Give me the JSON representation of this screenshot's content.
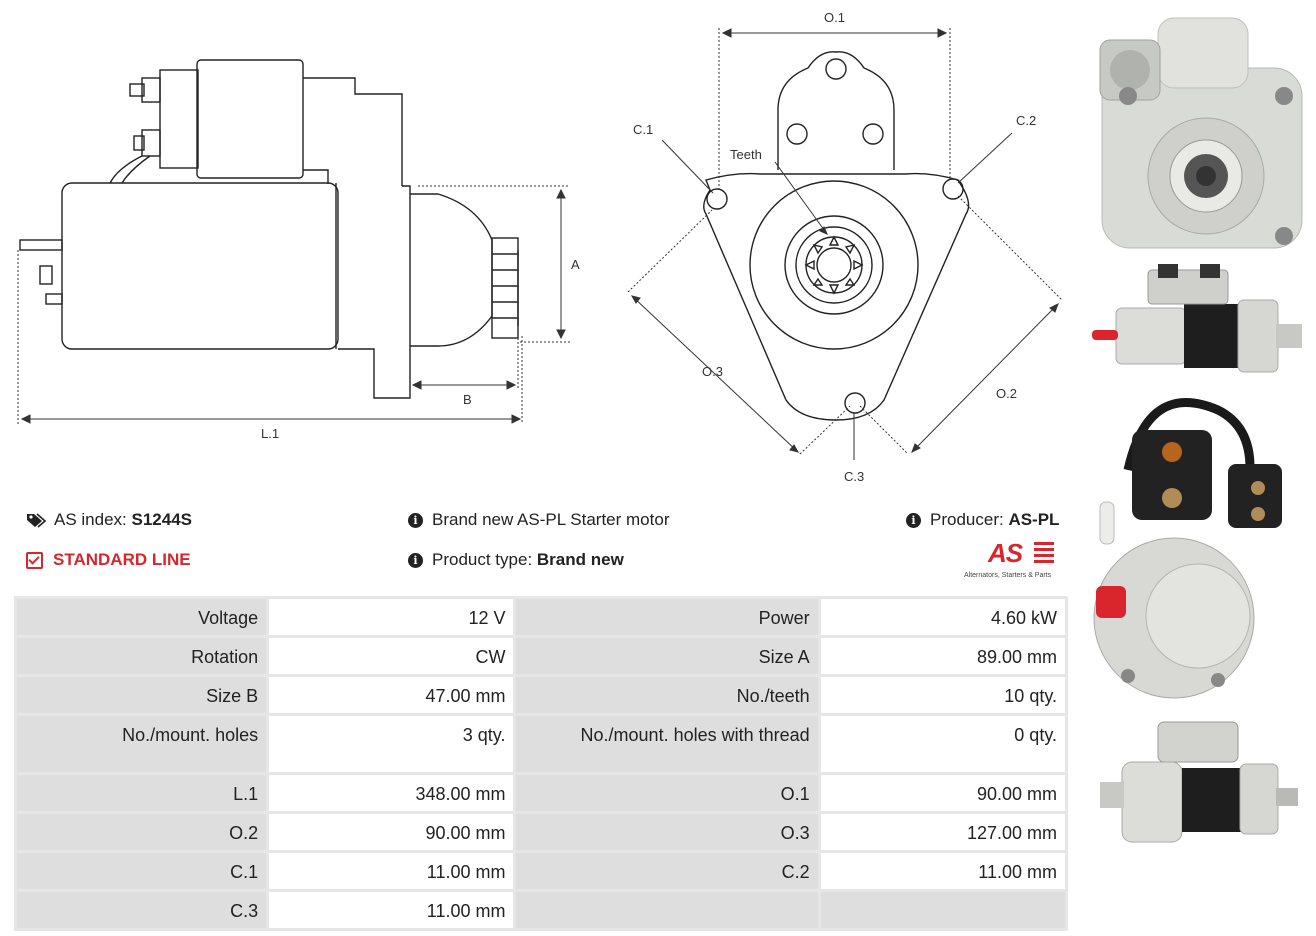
{
  "diagram": {
    "dims": {
      "A": "A",
      "B": "B",
      "L1": "L.1",
      "O1": "O.1",
      "O2": "O.2",
      "O3": "O.3",
      "C1": "C.1",
      "C2": "C.2",
      "C3": "C.3",
      "teeth": "Teeth"
    }
  },
  "info": {
    "as_index_label": "AS index:",
    "as_index_value": "S1244S",
    "line": "STANDARD LINE",
    "description": "Brand new AS-PL Starter motor",
    "product_type_label": "Product type:",
    "product_type_value": "Brand new",
    "producer_label": "Producer:",
    "producer_value": "AS-PL"
  },
  "logo": {
    "mark": "AS",
    "tagline": "Alternators, Starters & Parts"
  },
  "specs": [
    {
      "l1": "Voltage",
      "v1": "12 V",
      "l2": "Power",
      "v2": "4.60 kW"
    },
    {
      "l1": "Rotation",
      "v1": "CW",
      "l2": "Size A",
      "v2": "89.00 mm"
    },
    {
      "l1": "Size B",
      "v1": "47.00 mm",
      "l2": "No./teeth",
      "v2": "10 qty."
    },
    {
      "l1": "No./mount. holes",
      "v1": "3 qty.",
      "l2": "No./mount. holes with thread",
      "v2": "0 qty."
    },
    {
      "l1": "L.1",
      "v1": "348.00 mm",
      "l2": "O.1",
      "v2": "90.00 mm"
    },
    {
      "l1": "O.2",
      "v1": "90.00 mm",
      "l2": "O.3",
      "v2": "127.00 mm"
    },
    {
      "l1": "C.1",
      "v1": "11.00 mm",
      "l2": "C.2",
      "v2": "11.00 mm"
    },
    {
      "l1": "C.3",
      "v1": "11.00 mm",
      "l2": "",
      "v2": ""
    }
  ]
}
